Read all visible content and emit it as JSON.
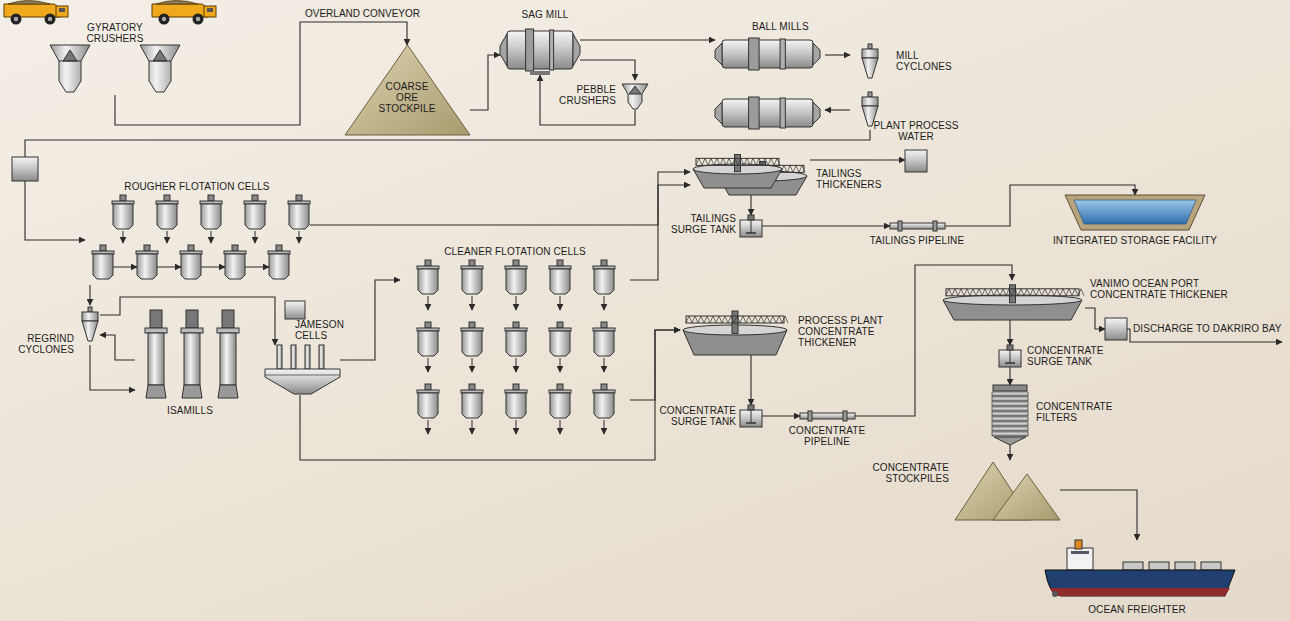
{
  "diagram": {
    "nodes": [
      {
        "text": [
          "GYRATORY CRUSHERS"
        ]
      },
      {
        "text": [
          "COARSE ORE STOCKPILE"
        ]
      },
      {
        "text": [
          "SAG MILL"
        ]
      },
      {
        "text": [
          "PEBBLE CRUSHERS"
        ]
      },
      {
        "text": [
          "BALL MILLS"
        ]
      },
      {
        "text": [
          "MILL CYCLONES"
        ]
      },
      {
        "text": [
          "ROUGHER FLOTATION CELLS"
        ]
      },
      {
        "text": [
          "REGRIND CYCLONES"
        ]
      },
      {
        "text": [
          "ISAMILLS"
        ]
      },
      {
        "text": [
          "JAMESON CELLS"
        ]
      },
      {
        "text": [
          "CLEANER FLOTATION CELLS"
        ]
      },
      {
        "text": [
          "TAILINGS THICKENERS"
        ]
      },
      {
        "text": [
          "PLANT PROCESS WATER"
        ]
      },
      {
        "text": [
          "TAILINGS SURGE TANK"
        ]
      },
      {
        "text": [
          "TAILINGS PIPELINE"
        ]
      },
      {
        "text": [
          "INTEGRATED STORAGE FACILITY"
        ]
      },
      {
        "text": [
          "PROCESS PLANT CONCENTRATE THICKENER"
        ]
      },
      {
        "text": [
          "CONCENTRATE SURGE TANK"
        ]
      },
      {
        "text": [
          "CONCENTRATE PIPELINE"
        ]
      },
      {
        "text": [
          "VANIMO OCEAN PORT CONCENTRATE THICKENER"
        ]
      },
      {
        "text": [
          "DISCHARGE TO DAKRIRO BAY"
        ]
      },
      {
        "text": [
          "CONCENTRATE SURGE TANK"
        ]
      },
      {
        "text": [
          "CONCENTRATE FILTERS"
        ]
      },
      {
        "text": [
          "CONCENTRATE STOCKPILES"
        ]
      },
      {
        "text": [
          "OCEAN FREIGHTER"
        ]
      }
    ],
    "edges": [
      {
        "from": 0,
        "to": 1,
        "arrow": "to",
        "label": "OVERLAND CONVEYOR"
      },
      {
        "from": 1,
        "to": 2,
        "arrow": "to"
      },
      {
        "from": 2,
        "to": 3,
        "arrow": "to"
      },
      {
        "from": 3,
        "to": 2,
        "arrow": "to"
      },
      {
        "from": 2,
        "to": 4,
        "arrow": "to"
      },
      {
        "from": 4,
        "to": 5,
        "arrow": "to"
      },
      {
        "from": 5,
        "to": 4,
        "arrow": "to"
      },
      {
        "from": 5,
        "to": 6,
        "arrow": "to"
      },
      {
        "from": 6,
        "to": 7,
        "arrow": "to"
      },
      {
        "from": 6,
        "to": 11,
        "arrow": "to"
      },
      {
        "from": 7,
        "to": 8,
        "arrow": "to"
      },
      {
        "from": 8,
        "to": 7,
        "arrow": "to"
      },
      {
        "from": 7,
        "to": 9,
        "arrow": "to"
      },
      {
        "from": 9,
        "to": 10,
        "arrow": "to"
      },
      {
        "from": 10,
        "to": 11,
        "arrow": "to"
      },
      {
        "from": 9,
        "to": 16,
        "arrow": "to"
      },
      {
        "from": 10,
        "to": 16,
        "arrow": "to"
      },
      {
        "from": 11,
        "to": 12,
        "arrow": "to"
      },
      {
        "from": 11,
        "to": 13,
        "arrow": "to"
      },
      {
        "from": 13,
        "to": 14,
        "arrow": "to"
      },
      {
        "from": 14,
        "to": 15,
        "arrow": "to"
      },
      {
        "from": 16,
        "to": 17,
        "arrow": "to"
      },
      {
        "from": 17,
        "to": 18,
        "arrow": "to"
      },
      {
        "from": 18,
        "to": 19,
        "arrow": "to"
      },
      {
        "from": 19,
        "to": 20,
        "arrow": "to"
      },
      {
        "from": 19,
        "to": 21,
        "arrow": "to"
      },
      {
        "from": 21,
        "to": 22,
        "arrow": "to"
      },
      {
        "from": 22,
        "to": 23,
        "arrow": "to"
      },
      {
        "from": 23,
        "to": 24,
        "arrow": "to"
      }
    ]
  }
}
